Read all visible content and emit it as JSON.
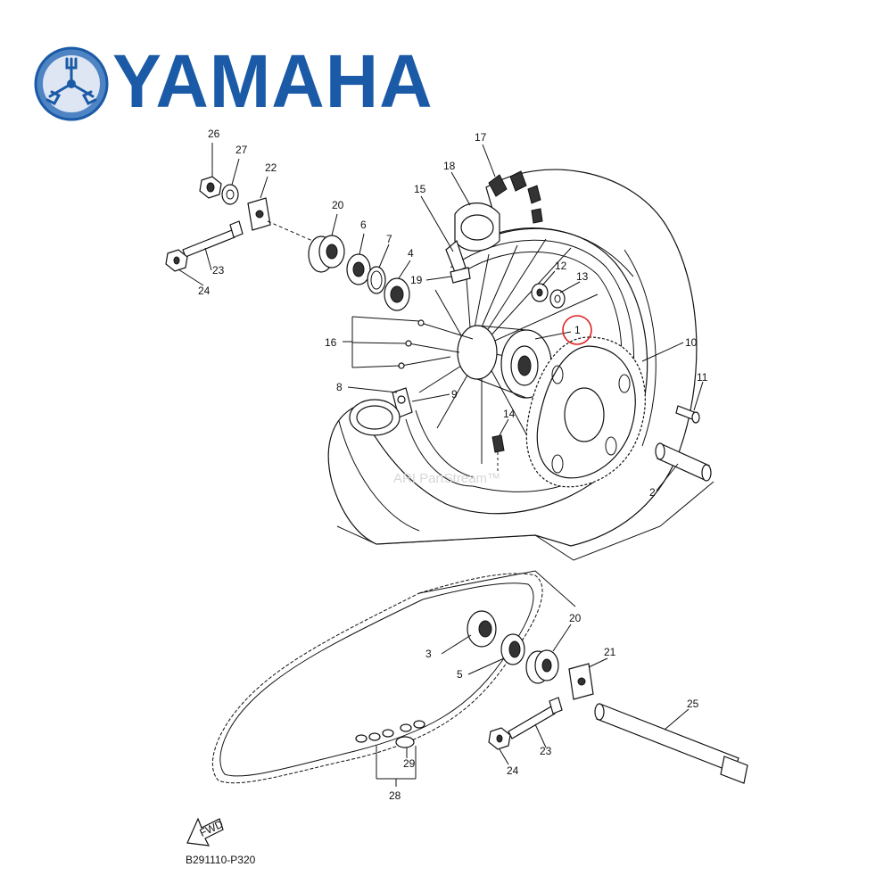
{
  "brand": {
    "name": "YAMAHA",
    "color": "#1b5aa6",
    "logo_icon": "tuning-forks-emblem"
  },
  "watermark": "ARI PartStream™",
  "figure_code": "B291110-P320",
  "fwd_label": "FWD",
  "highlight": {
    "part": "1",
    "color": "#e02020"
  },
  "callouts": {
    "c1": "1",
    "c2": "2",
    "c3": "3",
    "c4": "4",
    "c5": "5",
    "c6": "6",
    "c7": "7",
    "c8": "8",
    "c9": "9",
    "c10": "10",
    "c11": "11",
    "c12": "12",
    "c13": "13",
    "c14": "14",
    "c15": "15",
    "c16": "16",
    "c17": "17",
    "c18": "18",
    "c19": "19",
    "c20a": "20",
    "c20b": "20",
    "c21": "21",
    "c22": "22",
    "c23a": "23",
    "c23b": "23",
    "c24a": "24",
    "c24b": "24",
    "c25": "25",
    "c26": "26",
    "c27": "27",
    "c28": "28",
    "c29": "29"
  }
}
